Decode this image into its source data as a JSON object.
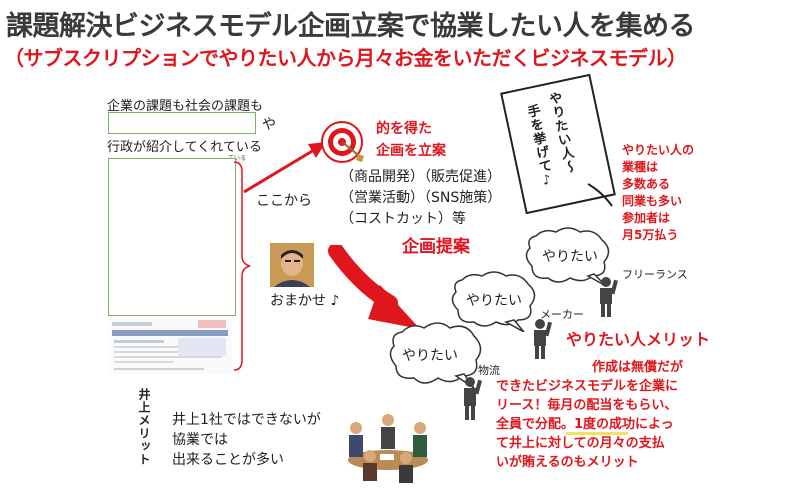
{
  "title": "課題解決ビジネスモデル企画立案で協業したい人を集める",
  "subtitle": "（サブスクリプションでやりたい人から月々お金をいただくビジネスモデル）",
  "left": {
    "line1": "企業の課題も社会の課題も",
    "line2": "や",
    "line3": "行政が紹介してくれている",
    "small_caption": "ている",
    "from_here": "ここから",
    "leave_it": "おまかせ ♪"
  },
  "target": {
    "heading1": "的を得た",
    "heading2": "企画を立案",
    "items": [
      "（商品開発）（販売促進）",
      "（営業活動）（SNS施策）",
      "（コストカット）等"
    ],
    "label": "企画提案"
  },
  "sign": {
    "line1": "やりたい人～",
    "line2": "手を挙げて♪"
  },
  "right_note": [
    "やりたい人の",
    "業種は",
    "多数ある",
    "同業も多い",
    "参加者は",
    "月5万払う"
  ],
  "bubbles": {
    "b1": "やりたい",
    "b2": "やりたい",
    "b3": "やりたい"
  },
  "roles": {
    "freelance": "フリーランス",
    "maker": "メーカー",
    "logistics": "物流"
  },
  "merit_title": "やりたい人メリット",
  "merit_body": [
    "作成は無償だが",
    "できたビジネスモデルを企業に",
    "リース！毎月の配当をもらい、",
    "全員で分配。1度の成功によっ",
    "て井上に対しての月々の支払",
    "いが賄えるのもメリット"
  ],
  "inoue": {
    "vertical": "井上メリット",
    "lines": [
      "井上1社ではできないが",
      "協業では",
      "出来ることが多い"
    ]
  },
  "colors": {
    "accent": "#e0161d",
    "box_border": "#7fb06a",
    "highlight": "#f3e25a"
  }
}
